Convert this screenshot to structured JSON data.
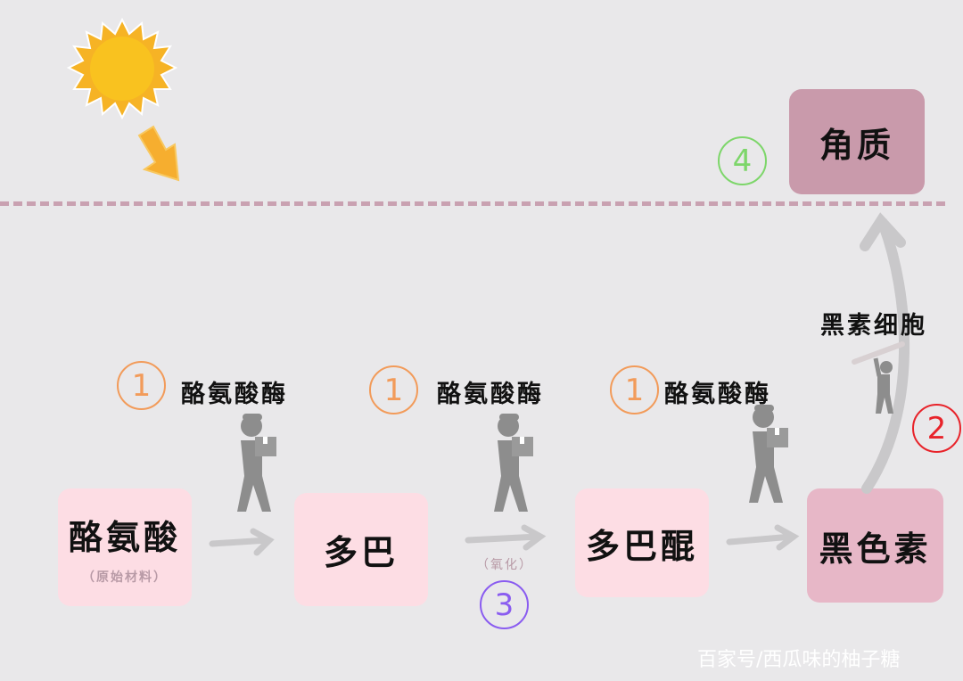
{
  "nodes": {
    "tyrosine": {
      "label": "酪氨酸",
      "note": "（原始材料）"
    },
    "dopa": {
      "label": "多巴"
    },
    "dopaquinone": {
      "label": "多巴醌"
    },
    "melanin": {
      "label": "黑色素"
    },
    "keratin": {
      "label": "角质"
    }
  },
  "enzymes": [
    {
      "number": "1",
      "label": "酪氨酸酶"
    },
    {
      "number": "1",
      "label": "酪氨酸酶"
    },
    {
      "number": "1",
      "label": "酪氨酸酶"
    }
  ],
  "oxidation": {
    "label": "（氧化）",
    "number": "3"
  },
  "melanocyte": {
    "label": "黑素细胞",
    "number": "2"
  },
  "keratin_step": {
    "number": "4"
  },
  "watermark": "百家号/西瓜味的柚子糖",
  "colors": {
    "light_pink": "#fddde4",
    "melanin_pink": "#e7b7c7",
    "keratin_pink": "#c99aab",
    "step1": "#f29b5a",
    "step2": "#e8232a",
    "step3": "#8a5cf0",
    "step4": "#7dd66a"
  },
  "icons": [
    "sun-icon",
    "sunlight-arrow-icon",
    "worker-carrying-box-icon",
    "worker-hammer-icon",
    "flow-arrow-icon"
  ]
}
